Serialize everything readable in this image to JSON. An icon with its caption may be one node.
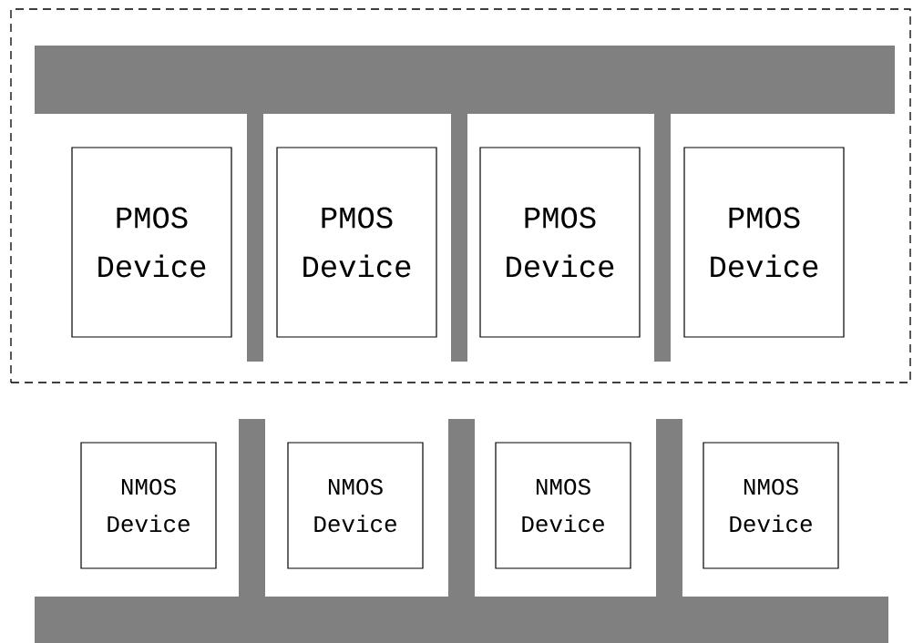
{
  "diagram": {
    "nodes": [
      {
        "text": [],
        "shape": "box"
      },
      {
        "text": [
          "PMOS Device"
        ],
        "in": 0
      },
      {
        "text": [
          "PMOS Device"
        ],
        "in": 0
      },
      {
        "text": [
          "PMOS Device"
        ],
        "in": 0
      },
      {
        "text": [
          "PMOS Device"
        ],
        "in": 0
      },
      {
        "text": [
          "NMOS Device"
        ]
      },
      {
        "text": [
          "NMOS Device"
        ]
      },
      {
        "text": [
          "NMOS Device"
        ]
      },
      {
        "text": [
          "NMOS Device"
        ]
      }
    ]
  }
}
